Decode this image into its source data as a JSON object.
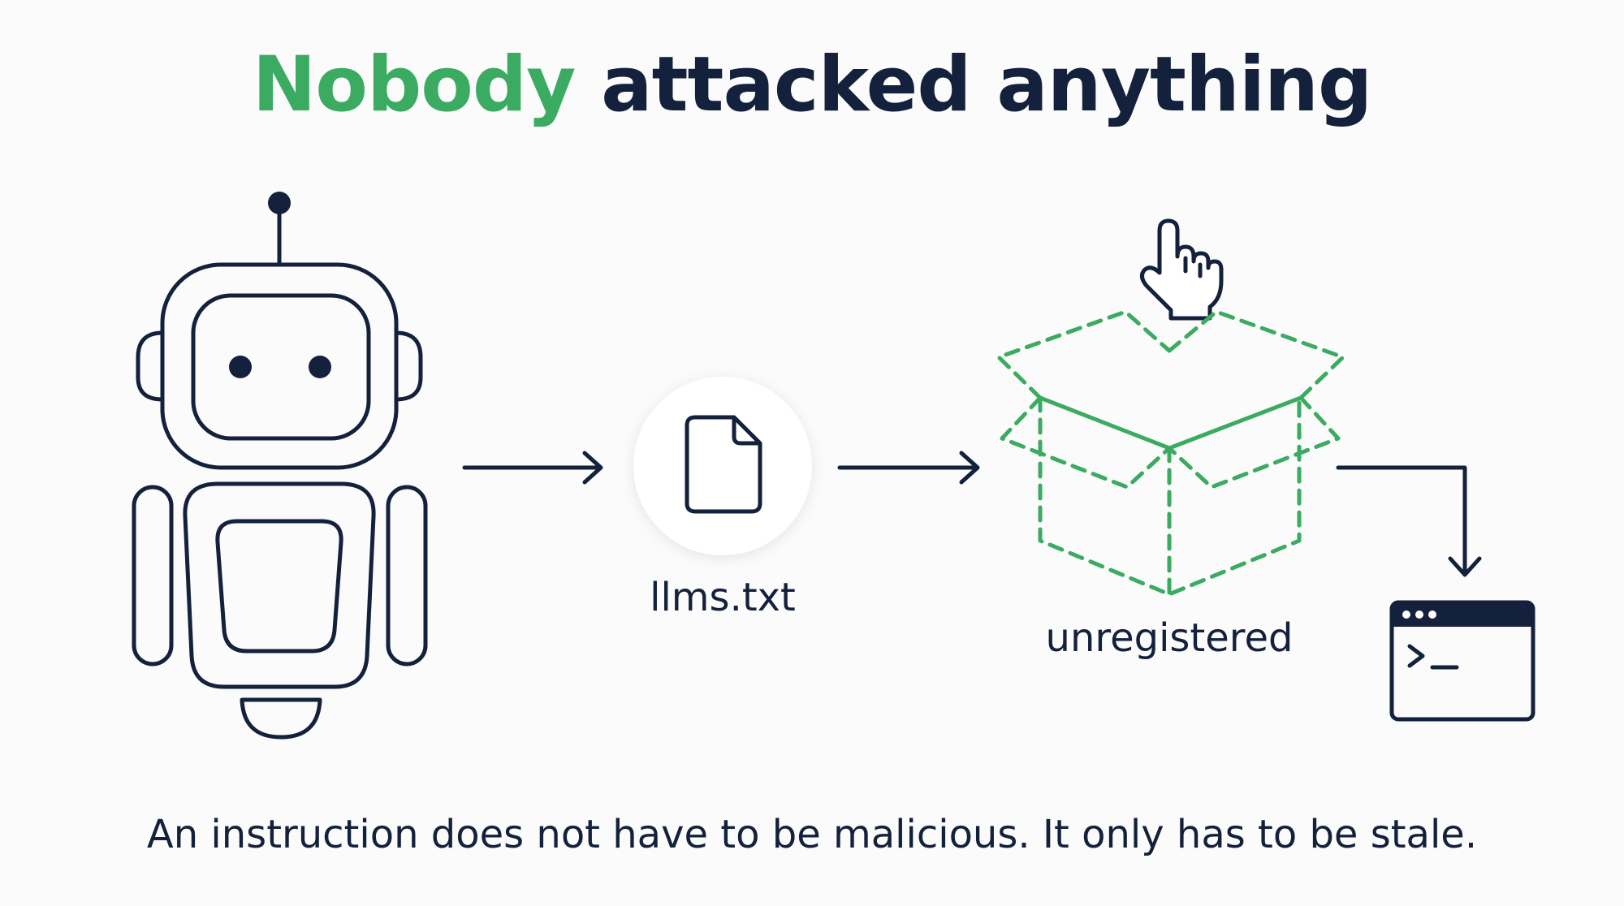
{
  "title": {
    "accent": "Nobody",
    "rest": "attacked anything"
  },
  "file": {
    "label": "llms.txt"
  },
  "package": {
    "label": "unregistered"
  },
  "caption": "An instruction does not have to be malicious. It only has to be stale.",
  "colors": {
    "accent": "#3cab62",
    "ink": "#13213c",
    "background": "#fbfbfb"
  },
  "icons": [
    "robot-icon",
    "document-icon",
    "pointer-hand-icon",
    "open-box-icon",
    "terminal-window-icon"
  ]
}
